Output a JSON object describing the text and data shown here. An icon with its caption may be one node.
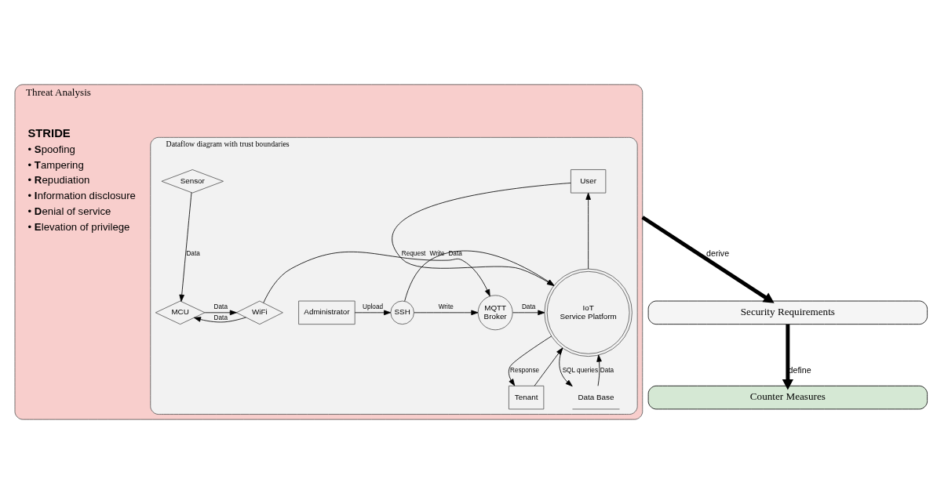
{
  "diagram": {
    "nodes": [
      {
        "text": [
          "Threat Analysis"
        ]
      },
      {
        "text": [
          "Dataflow diagram with trust boundaries"
        ],
        "in": 0
      },
      {
        "text": [
          "User"
        ],
        "in": 1
      },
      {
        "text": [
          "Tenant"
        ],
        "in": 1
      },
      {
        "text": [
          "MCU"
        ],
        "in": 1
      },
      {
        "text": [
          "WiFi"
        ],
        "in": 1
      },
      {
        "text": [
          "MQTT Broker"
        ],
        "in": 1
      },
      {
        "text": [
          "IoT Service Platform"
        ],
        "in": 1
      },
      {
        "text": [
          "SSH"
        ],
        "in": 1
      },
      {
        "text": [
          "Administrator"
        ],
        "in": 1
      },
      {
        "text": [
          "Sensor"
        ],
        "in": 1
      },
      {
        "text": [
          "Data Base"
        ],
        "in": 1
      },
      {
        "text": [
          "Security Requirements"
        ]
      },
      {
        "text": [
          "Counter Measures"
        ]
      }
    ],
    "edges": [
      {
        "from": 4,
        "to": 5,
        "arrow": "to",
        "label": "Data"
      },
      {
        "from": 5,
        "to": 4,
        "arrow": "to",
        "label": "Data"
      },
      {
        "from": 10,
        "to": 4,
        "arrow": "to",
        "label": "Data"
      },
      {
        "from": 5,
        "to": 6,
        "arrow": "to",
        "label": "Data"
      },
      {
        "from": 6,
        "to": 7,
        "arrow": "to",
        "label": "Data"
      },
      {
        "from": 2,
        "to": 7,
        "arrow": "to",
        "label": "Request"
      },
      {
        "from": 7,
        "to": 2,
        "arrow": "to"
      },
      {
        "from": 3,
        "to": 7,
        "arrow": "to"
      },
      {
        "from": 7,
        "to": 3,
        "arrow": "to",
        "label": "Response"
      },
      {
        "from": 8,
        "to": 7,
        "arrow": "to",
        "label": "Write"
      },
      {
        "from": 9,
        "to": 8,
        "arrow": "to",
        "label": "Upload"
      },
      {
        "from": 7,
        "to": 11,
        "arrow": "to",
        "label": "SQL queries"
      },
      {
        "from": 11,
        "to": 7,
        "arrow": "to",
        "label": "Data"
      },
      {
        "from": 8,
        "to": 6,
        "arrow": "to",
        "label": "Write"
      },
      {
        "from": 0,
        "to": 12,
        "arrow": "to",
        "label": "derive",
        "style": "thick"
      },
      {
        "from": 12,
        "to": 13,
        "arrow": "to",
        "label": "define",
        "style": "thick"
      }
    ],
    "labels": [
      "STRIDE",
      "• **S**poofing",
      "• **T**ampering",
      "• **R**epudiation",
      "• **I**nformation disclosure",
      "• **D**enial of service",
      "• **E**levation of privilege"
    ]
  }
}
